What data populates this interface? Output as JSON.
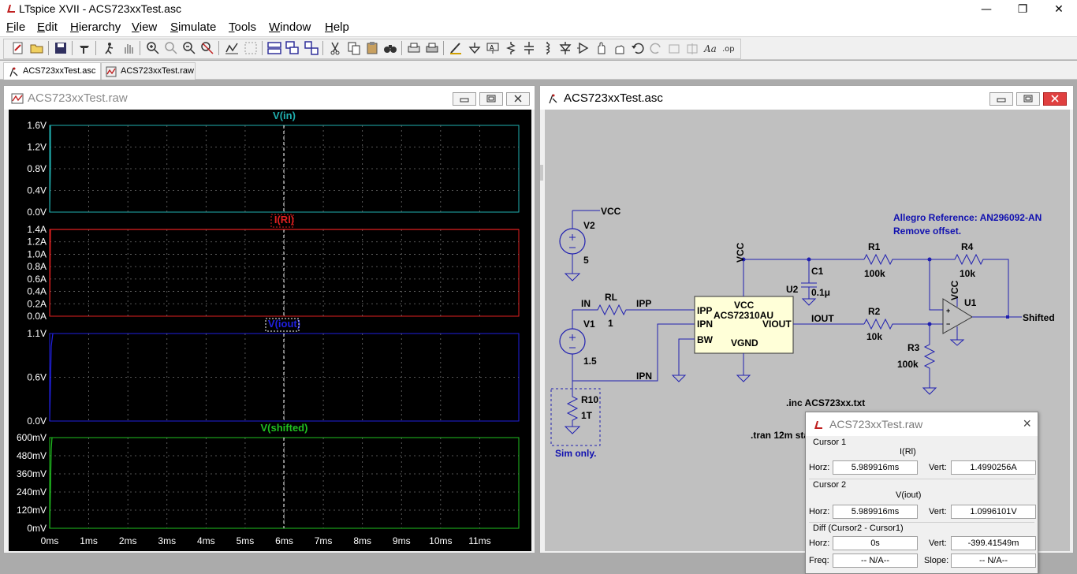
{
  "app": {
    "window_title": "LTspice XVII - ACS723xxTest.asc"
  },
  "window_controls": {
    "minimize": "—",
    "restore": "❐",
    "close": "✕"
  },
  "menu": [
    {
      "label": "File",
      "ul": "F",
      "rest": "ile"
    },
    {
      "label": "Edit",
      "ul": "E",
      "rest": "dit"
    },
    {
      "label": "Hierarchy",
      "ul": "H",
      "rest": "ierarchy"
    },
    {
      "label": "View",
      "ul": "V",
      "rest": "iew"
    },
    {
      "label": "Simulate",
      "ul": "S",
      "rest": "imulate"
    },
    {
      "label": "Tools",
      "ul": "T",
      "rest": "ools"
    },
    {
      "label": "Window",
      "ul": "W",
      "rest": "indow"
    },
    {
      "label": "Help",
      "ul": "H",
      "rest": "elp"
    }
  ],
  "tabs": [
    {
      "label": "ACS723xxTest.asc",
      "icon": "schematic-icon",
      "active": true
    },
    {
      "label": "ACS723xxTest.raw",
      "icon": "waveform-icon",
      "active": false
    }
  ],
  "waveform_window": {
    "title": "ACS723xxTest.raw",
    "panes": [
      {
        "trace": "V(in)",
        "color": "#20b0b0",
        "yticks": [
          "1.6V",
          "1.2V",
          "0.8V",
          "0.4V",
          "0.0V"
        ]
      },
      {
        "trace": "I(Rl)",
        "color": "#e02020",
        "yticks": [
          "1.4A",
          "1.2A",
          "1.0A",
          "0.8A",
          "0.6A",
          "0.4A",
          "0.2A",
          "0.0A"
        ]
      },
      {
        "trace": "V(iout)",
        "color": "#2020e0",
        "yticks": [
          "1.1V",
          "0.6V",
          "0.0V"
        ]
      },
      {
        "trace": "V(shifted)",
        "color": "#20c020",
        "yticks": [
          "600mV",
          "480mV",
          "360mV",
          "240mV",
          "120mV",
          "0mV"
        ]
      }
    ],
    "xticks": [
      "0ms",
      "1ms",
      "2ms",
      "3ms",
      "4ms",
      "5ms",
      "6ms",
      "7ms",
      "8ms",
      "9ms",
      "10ms",
      "11ms"
    ]
  },
  "schematic_window": {
    "title": "ACS723xxTest.asc",
    "labels": {
      "vcc_top": "VCC",
      "v2": "V2",
      "v2_val": "5",
      "in": "IN",
      "rl": "RL",
      "rl_val": "1",
      "ipp_net": "IPP",
      "v1": "V1",
      "v1_val": "1.5",
      "r10": "R10",
      "r10_val": "1T",
      "sim_only": "Sim only.",
      "ipn_net": "IPN",
      "u2": "U2",
      "u2_pin_ipp": "IPP",
      "u2_pin_ipn": "IPN",
      "u2_pin_bw": "BW",
      "u2_pin_vcc": "VCC",
      "u2_part": "ACS72310AU",
      "u2_pin_viout": "VIOUT",
      "u2_pin_vgnd": "VGND",
      "vcc_u2": "VCC",
      "c1": "C1",
      "c1_val": "0.1μ",
      "r1": "R1",
      "r1_val": "100k",
      "r4": "R4",
      "r4_val": "10k",
      "iout_net": "IOUT",
      "r2": "R2",
      "r2_val": "10k",
      "r3": "R3",
      "r3_val": "100k",
      "vcc_u1": "VCC",
      "u1": "U1",
      "shifted": "Shifted",
      "ref1": "Allegro Reference: AN296092-AN",
      "ref2": "Remove offset.",
      "inc": ".inc ACS723xx.txt",
      "tran": ".tran 12m sta"
    }
  },
  "cursor_dialog": {
    "title": "ACS723xxTest.raw",
    "cursor1": {
      "group": "Cursor 1",
      "trace": "I(Rl)",
      "horz_label": "Horz:",
      "horz": "5.989916ms",
      "vert_label": "Vert:",
      "vert": "1.4990256A"
    },
    "cursor2": {
      "group": "Cursor 2",
      "trace": "V(iout)",
      "horz_label": "Horz:",
      "horz": "5.989916ms",
      "vert_label": "Vert:",
      "vert": "1.0996101V"
    },
    "diff": {
      "group": "Diff (Cursor2 - Cursor1)",
      "horz_label": "Horz:",
      "horz": "0s",
      "vert_label": "Vert:",
      "vert": "-399.41549m",
      "freq_label": "Freq:",
      "freq": "-- N/A--",
      "slope_label": "Slope:",
      "slope": "-- N/A--"
    }
  }
}
